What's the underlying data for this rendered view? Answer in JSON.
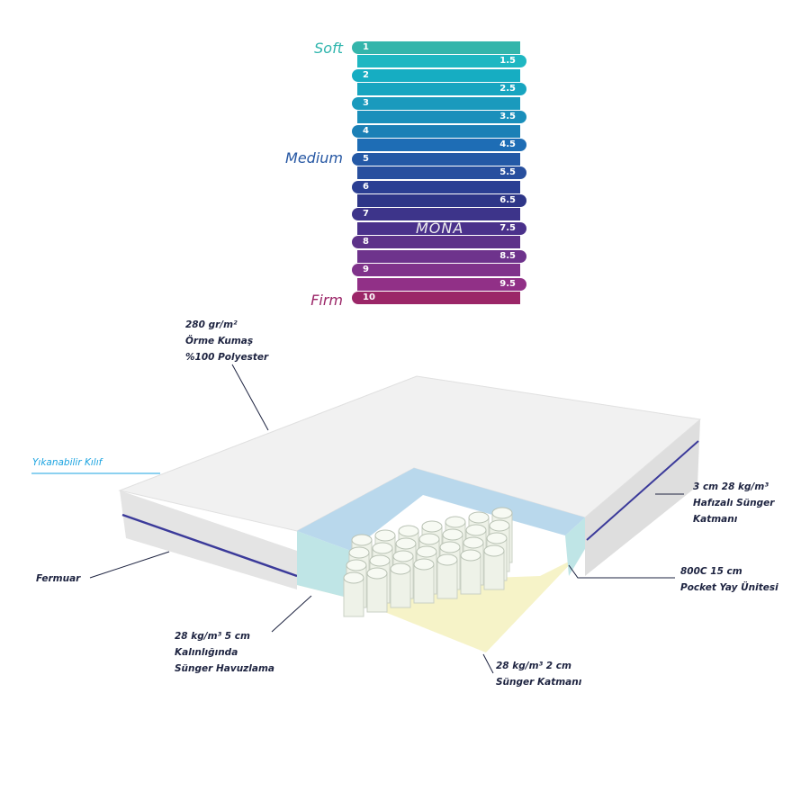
{
  "firmness_scale": {
    "labels": {
      "soft": "Soft",
      "medium": "Medium",
      "firm": "Firm"
    },
    "label_colors": {
      "soft": "#2fb5ad",
      "medium": "#2657a3",
      "firm": "#9b2668"
    },
    "brand": "MONA",
    "levels": [
      {
        "value": "1",
        "color": "#34b5ab"
      },
      {
        "value": "1.5",
        "color": "#1fb7c2"
      },
      {
        "value": "2",
        "color": "#16adc2"
      },
      {
        "value": "2.5",
        "color": "#17a5c0"
      },
      {
        "value": "3",
        "color": "#1a9abd"
      },
      {
        "value": "3.5",
        "color": "#1a8fbb"
      },
      {
        "value": "4",
        "color": "#1b80b6"
      },
      {
        "value": "4.5",
        "color": "#1e6db5"
      },
      {
        "value": "5",
        "color": "#2459a6"
      },
      {
        "value": "5.5",
        "color": "#284f9e"
      },
      {
        "value": "6",
        "color": "#2b3f93"
      },
      {
        "value": "6.5",
        "color": "#2e3688"
      },
      {
        "value": "7",
        "color": "#3d348a"
      },
      {
        "value": "7.5",
        "color": "#4a318b"
      },
      {
        "value": "8",
        "color": "#5d3289"
      },
      {
        "value": "8.5",
        "color": "#6e338c"
      },
      {
        "value": "9",
        "color": "#80338b"
      },
      {
        "value": "9.5",
        "color": "#913087"
      },
      {
        "value": "10",
        "color": "#9b2668"
      }
    ]
  },
  "annotations": {
    "fabric": [
      "280 gr/m²",
      "Örme Kumaş",
      "%100 Polyester"
    ],
    "cover": "Yıkanabilir Kılıf",
    "zipper": "Fermuar",
    "memory_foam": [
      "3 cm 28 kg/m³",
      "Hafızalı Sünger",
      "Katmanı"
    ],
    "springs": [
      "800C 15 cm",
      "Pocket Yay Ünitesi"
    ],
    "foam_frame": [
      "28 kg/m³ 5 cm",
      "Kalınlığında",
      "Sünger Havuzlama"
    ],
    "base_foam": [
      "28 kg/m³ 2 cm",
      "Sünger Katmanı"
    ]
  },
  "colors": {
    "cover_accent": "#1aa3e0",
    "line": "#1d2340",
    "zipper": "#3b3a9a"
  }
}
